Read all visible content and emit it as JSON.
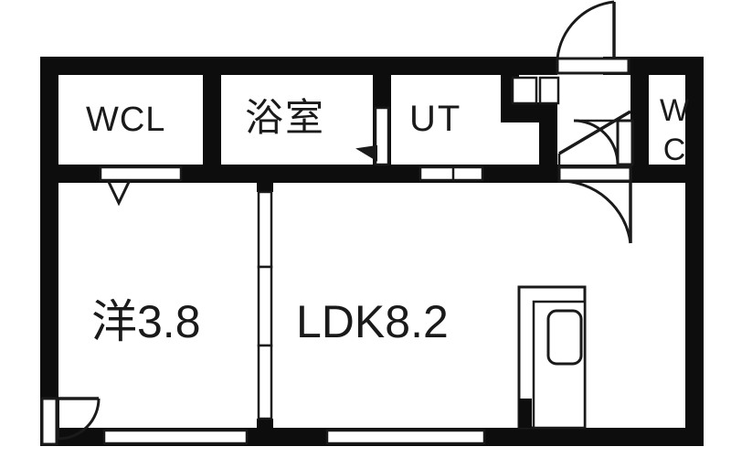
{
  "plan": {
    "title": "Apartment floor plan (1LDK)",
    "colors": {
      "wall": "#0d0d0d",
      "background": "#ffffff",
      "line": "#1a1a1a",
      "text": "#1a1a1a"
    },
    "rooms": [
      {
        "id": "wcl",
        "label": "WCL",
        "name": "walk-in-closet"
      },
      {
        "id": "bath",
        "label": "浴室",
        "name": "bathroom"
      },
      {
        "id": "ut",
        "label": "UT",
        "name": "utility-room"
      },
      {
        "id": "wc",
        "label": "W\nC",
        "label_line1": "W",
        "label_line2": "C",
        "name": "toilet"
      },
      {
        "id": "yo",
        "label": "洋3.8",
        "name": "western-room"
      },
      {
        "id": "ldk",
        "label": "LDK8.2",
        "name": "living-dining-kitchen"
      }
    ],
    "fixtures": [
      {
        "id": "kitchen-counter",
        "name": "kitchen-counter-with-sink"
      },
      {
        "id": "entry-step",
        "name": "entrance-step-line"
      }
    ],
    "openings": [
      {
        "id": "wcl-door",
        "name": "closet-folding-door"
      },
      {
        "id": "bath-door",
        "name": "bathroom-door"
      },
      {
        "id": "ut-door",
        "name": "utility-sliding-door"
      },
      {
        "id": "wc-door",
        "name": "toilet-hinged-door"
      },
      {
        "id": "entry-door",
        "name": "entrance-door"
      },
      {
        "id": "hall-door",
        "name": "hall-to-ldk-door"
      },
      {
        "id": "yo-door",
        "name": "western-room-door"
      },
      {
        "id": "window-left",
        "name": "window-south-left"
      },
      {
        "id": "window-right",
        "name": "window-south-right"
      },
      {
        "id": "partition",
        "name": "sliding-partition-3-panel"
      }
    ]
  }
}
